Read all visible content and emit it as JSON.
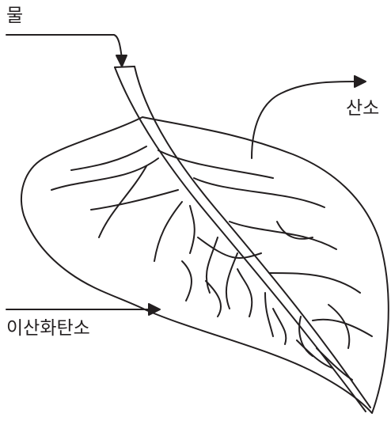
{
  "labels": {
    "water": "물",
    "oxygen": "산소",
    "carbon_dioxide": "이산화탄소"
  },
  "colors": {
    "stroke": "#231f20",
    "background": "#ffffff"
  }
}
